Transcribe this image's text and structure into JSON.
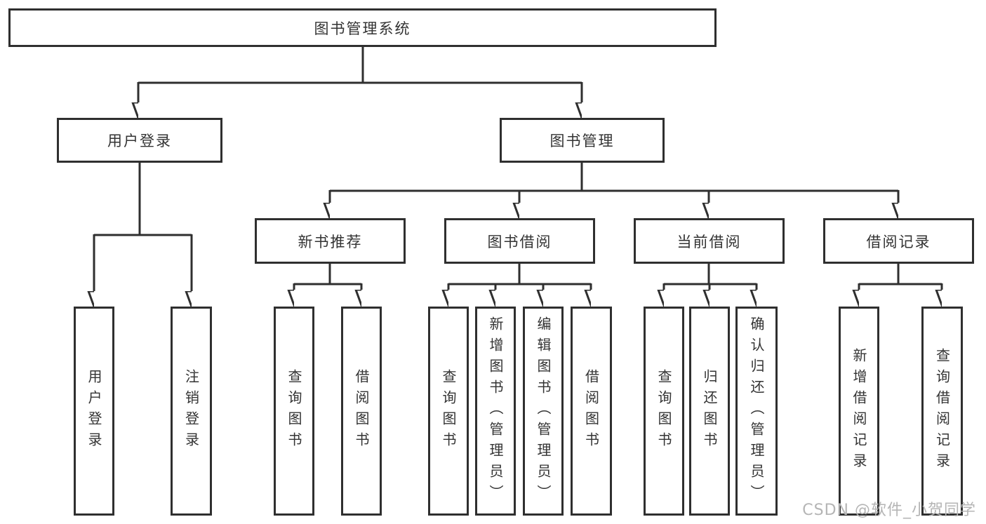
{
  "nodes": {
    "root": {
      "label": "图书管理系统"
    },
    "user_login": {
      "label": "用户登录"
    },
    "book_mgmt": {
      "label": "图书管理"
    },
    "new_books": {
      "label": "新书推荐"
    },
    "borrow": {
      "label": "图书借阅"
    },
    "current": {
      "label": "当前借阅"
    },
    "records": {
      "label": "借阅记录"
    },
    "leaf_login": {
      "label": "用户登录"
    },
    "leaf_logout": {
      "label": "注销登录"
    },
    "nb_query": {
      "label": "查询图书"
    },
    "nb_borrow": {
      "label": "借阅图书"
    },
    "bw_query": {
      "label": "查询图书"
    },
    "bw_add": {
      "label": "新增图书（管理员）"
    },
    "bw_edit": {
      "label": "编辑图书（管理员）"
    },
    "bw_borrow": {
      "label": "借阅图书"
    },
    "cu_query": {
      "label": "查询图书"
    },
    "cu_return": {
      "label": "归还图书"
    },
    "cu_confirm": {
      "label": "确认归还（管理员）"
    },
    "rc_add": {
      "label": "新增借阅记录"
    },
    "rc_query": {
      "label": "查询借阅记录"
    }
  },
  "watermark": {
    "text": "CSDN @软件_小贺同学"
  },
  "colors": {
    "line": "#2f2f2f",
    "text": "#333333",
    "watermark": "#b5b5b5",
    "background": "#ffffff"
  }
}
